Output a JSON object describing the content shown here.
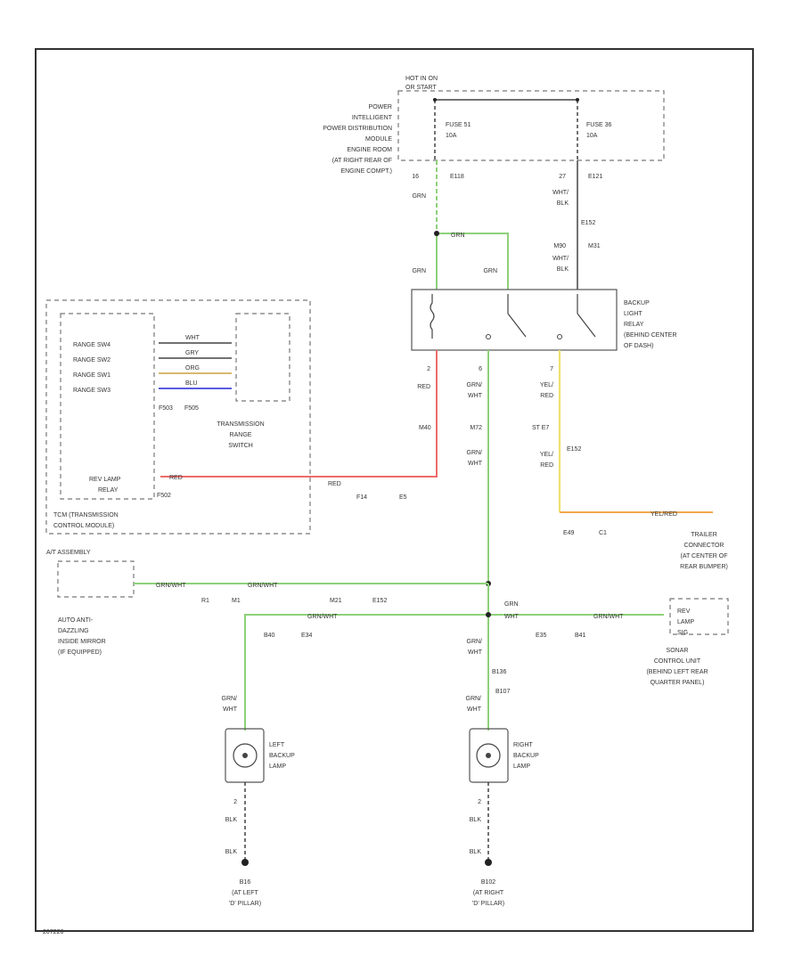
{
  "fuse_box": {
    "hot": "HOT IN ON",
    "hot2": "OR START",
    "title": [
      "POWER",
      "INTELLIGENT",
      "POWER DISTRIBUTION",
      "MODULE",
      "ENGINE ROOM",
      "(AT RIGHT REAR OF",
      "ENGINE COMPT.)"
    ],
    "fuse1": "FUSE 51",
    "fuse1_amp": "10A",
    "fuse2": "FUSE 36",
    "fuse2_amp": "10A"
  },
  "wires_top": {
    "pin_left": "16",
    "conn_left": "E118",
    "grn1": "GRN",
    "pin_right": "27",
    "conn_right": "E121",
    "wht_blk1": "WHT/",
    "wht_blk1b": "BLK",
    "conn_e152": "E152",
    "grn_splice": "GRN",
    "pin_m90": "M90",
    "wht_blk2": "WHT/",
    "wht_blk2b": "BLK",
    "m31": "M31",
    "grn_l": "GRN",
    "grn_m": "GRN"
  },
  "relay": {
    "title": [
      "BACKUP",
      "LIGHT",
      "RELAY",
      "(BEHIND CENTER",
      "OF DASH)"
    ],
    "pin2": "2",
    "red": "RED",
    "pin6": "6",
    "grn_wht": "GRN/",
    "grn_wht_b": "WHT",
    "pin7": "7",
    "yel_red": "YEL/",
    "yel_red_b": "RED"
  },
  "tcm": {
    "ranges": [
      "RANGE SW4",
      "RANGE SW2",
      "RANGE SW1",
      "RANGE SW3"
    ],
    "wires": [
      "WHT",
      "GRY",
      "ORG",
      "BLU"
    ],
    "pins": [
      "F503",
      "F505"
    ],
    "trans_switch": [
      "TRANSMISSION",
      "RANGE",
      "SWITCH"
    ],
    "rev_lamp": [
      "REV LAMP",
      "RELAY"
    ],
    "pin_f502": "F502",
    "label": [
      "TCM (TRANSMISSION",
      "CONTROL MODULE)"
    ],
    "red": "RED",
    "red2": "RED",
    "f14": "F14",
    "e5": "E5"
  },
  "mid": {
    "m40": "M40",
    "grn_wht": "GRN/",
    "grn_wht_b": "WHT",
    "m72": "M72",
    "st_e7": "ST E7",
    "e152": "E152",
    "yel_red": "YEL/",
    "yel_red_b": "RED",
    "trailer_pin": "E49",
    "trailer_conn": "C1",
    "yel_red_long": "YEL/RED",
    "trailer": [
      "TRAILER",
      "CONNECTOR",
      "(AT CENTER OF",
      "REAR BUMPER)"
    ]
  },
  "mirror": {
    "label": "A/T ASSEMBLY",
    "text": [
      "AUTO ANTI-",
      "DAZZLING",
      "INSIDE MIRROR",
      "(IF EQUIPPED)"
    ],
    "grn_wht1": "GRN/WHT",
    "grn_wht2": "GRN/WHT",
    "r1": "R1",
    "m1": "M1",
    "m21": "M21",
    "e152b": "E152"
  },
  "lower": {
    "grn_wht_l": "GRN/WHT",
    "b40": "B40",
    "e34": "E34",
    "grn": "GRN",
    "wht": "WHT",
    "grn_wht_r": "GRN/WHT",
    "e35": "E35",
    "b41": "B41",
    "sonar": [
      "SONAR",
      "CONTROL UNIT",
      "(BEHIND LEFT REAR",
      "QUARTER PANEL)"
    ],
    "rev_lamp": [
      "REV",
      "LAMP",
      "SIG"
    ],
    "grn_wht_mid": "GRN/",
    "grn_wht_mid_b": "WHT",
    "b136": "B136",
    "b107": "B107"
  },
  "lamps": {
    "left": [
      "LEFT",
      "BACKUP",
      "LAMP"
    ],
    "right": [
      "RIGHT",
      "BACKUP",
      "LAMP"
    ],
    "grn": "GRN/",
    "wht": "WHT",
    "pin2": "2",
    "blk": "BLK",
    "blk2": "BLK",
    "gnd_left": [
      "B16",
      "(AT LEFT",
      "'D' PILLAR)"
    ],
    "gnd_right": [
      "B102",
      "(AT RIGHT",
      "'D' PILLAR)"
    ]
  },
  "footer_code": "207226"
}
